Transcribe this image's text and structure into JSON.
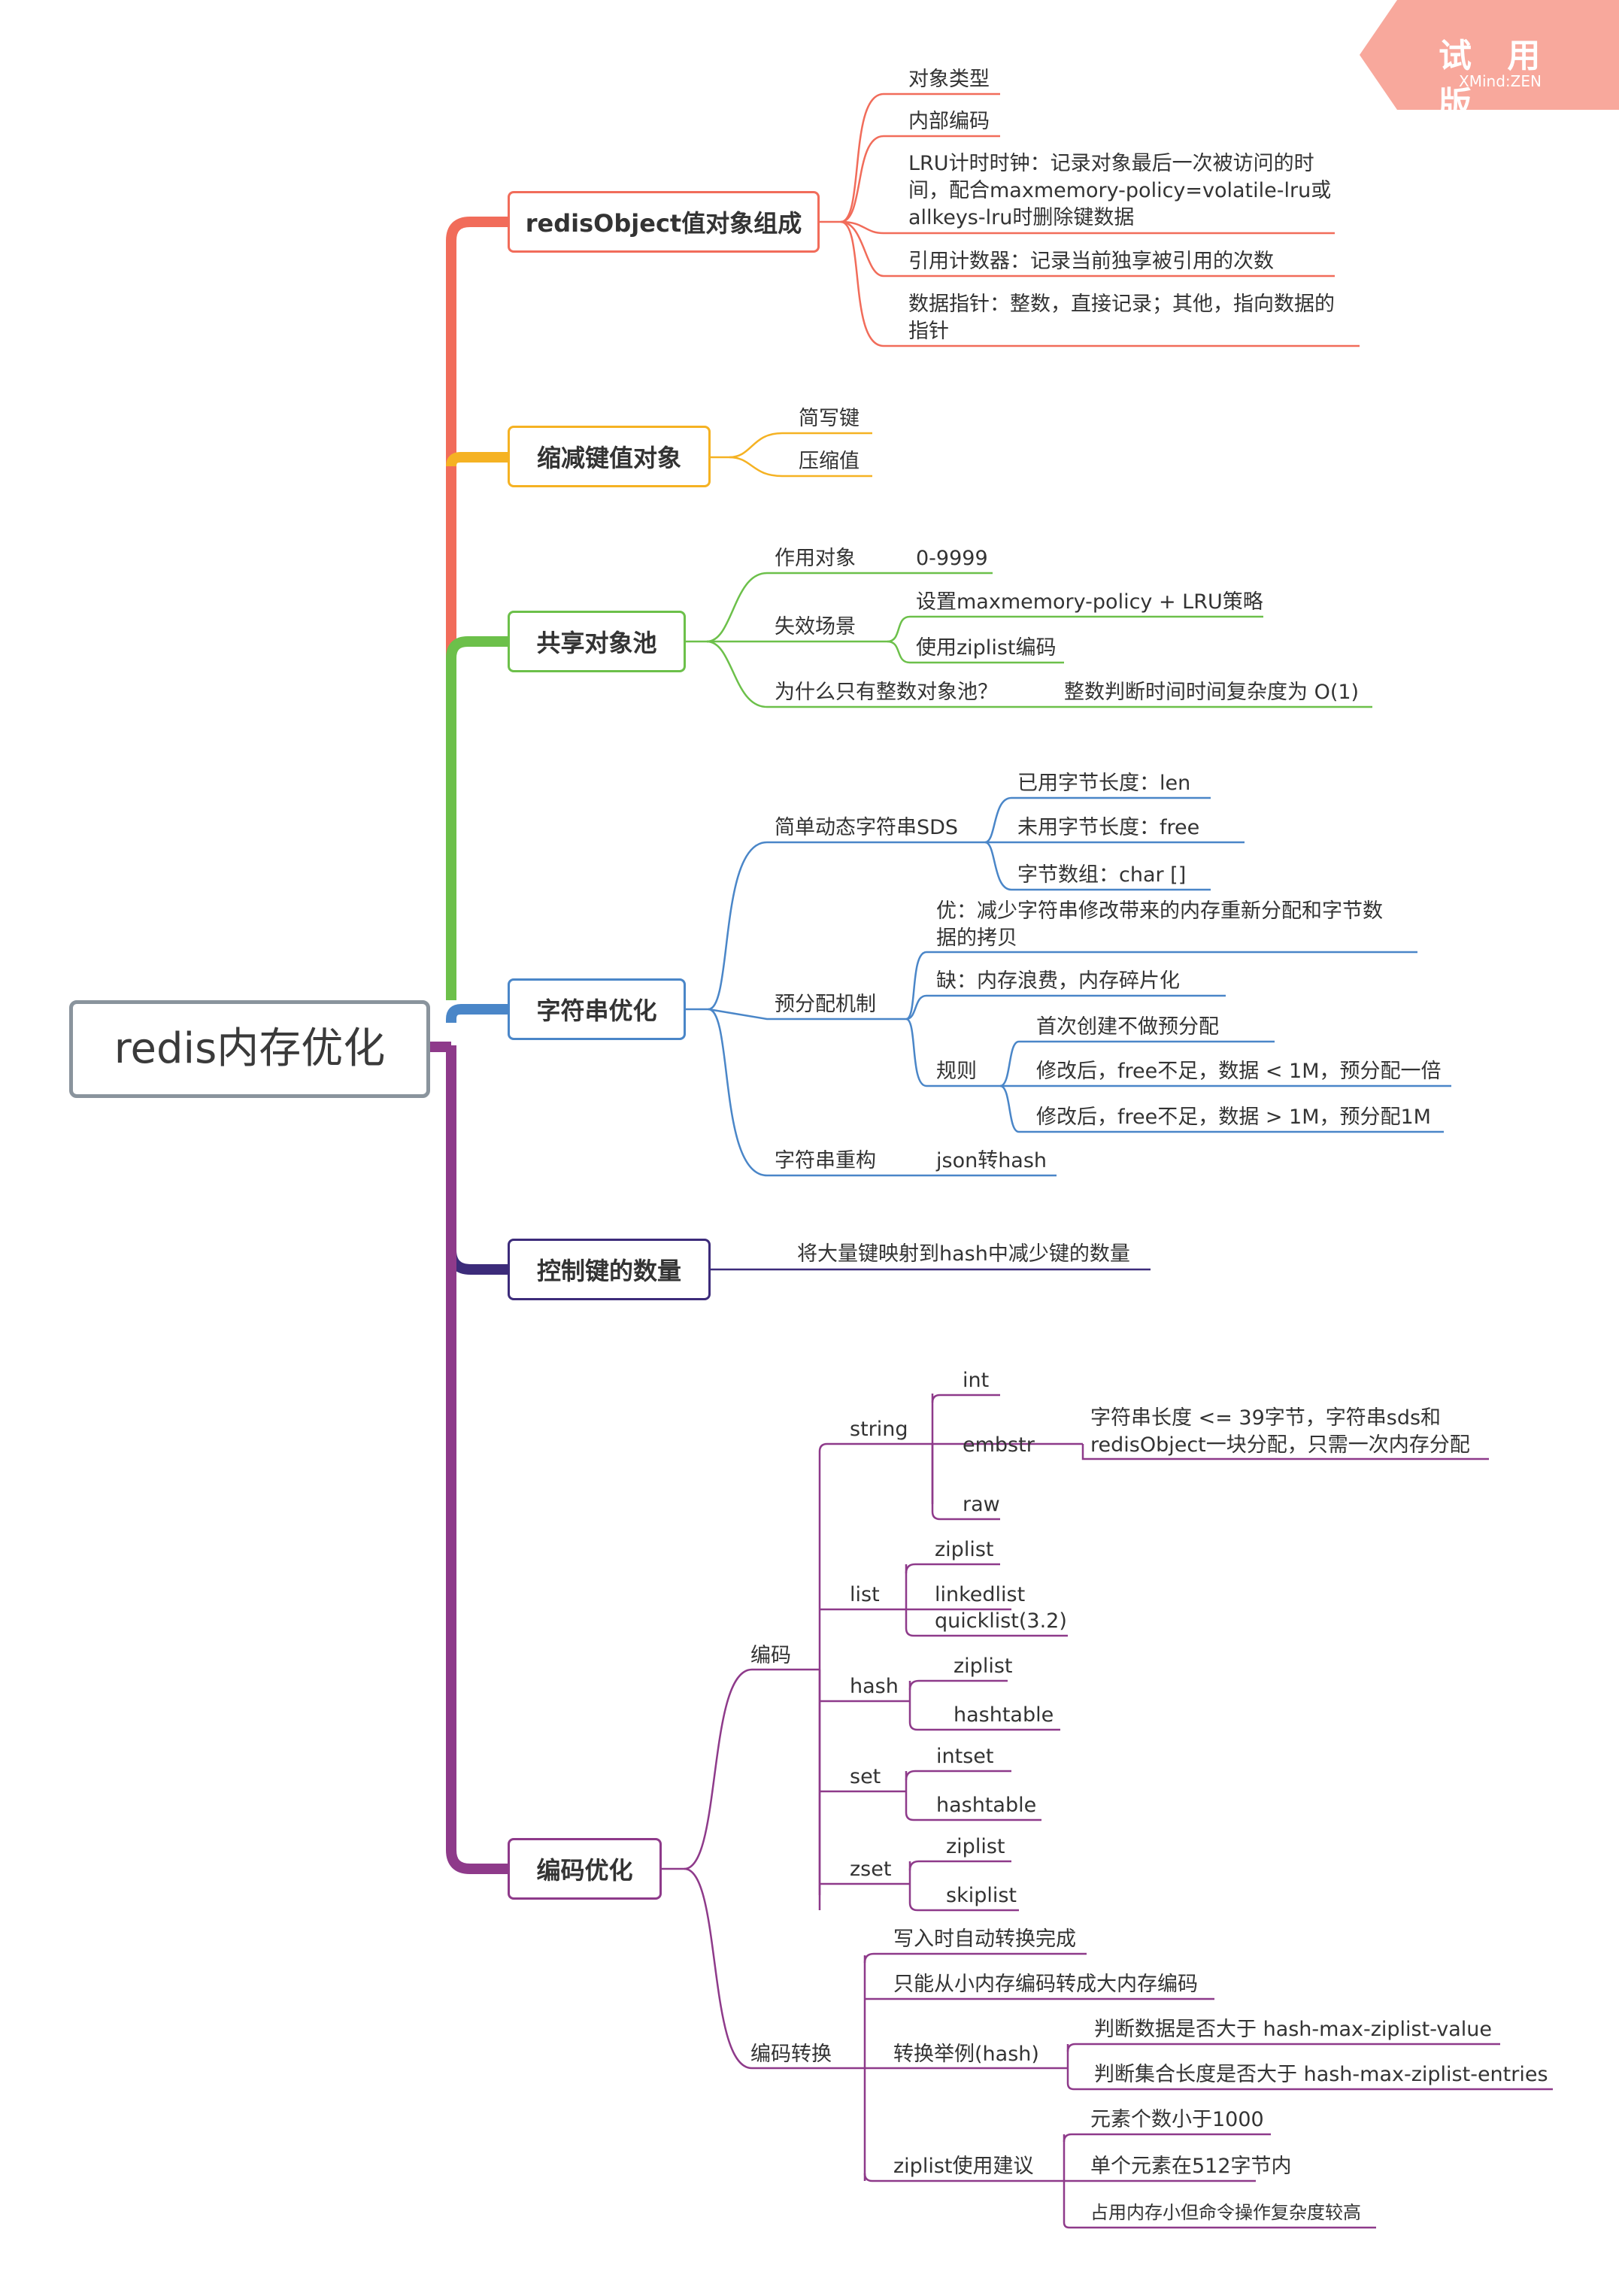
{
  "trial": {
    "title": "试 用 版",
    "subtitle": "XMind:ZEN"
  },
  "root": "redis内存优化",
  "branches": {
    "b1": {
      "title": "redisObject值对象组成",
      "color": "#f16c5a",
      "items": [
        "对象类型",
        "内部编码",
        [
          "LRU计时时钟：记录对象最后一次被访问的时",
          "间，配合maxmemory-policy=volatile-lru或",
          "allkeys-lru时删除键数据"
        ],
        "引用计数器：记录当前独享被引用的次数",
        [
          "数据指针：整数，直接记录；其他，指向数据的",
          "指针"
        ]
      ]
    },
    "b2": {
      "title": "缩减键值对象",
      "color": "#f5b223",
      "items": [
        "简写键",
        "压缩值"
      ]
    },
    "b3": {
      "title": "共享对象池",
      "color": "#6cc04a",
      "items": {
        "a": "作用对象",
        "a1": "0-9999",
        "b": "失效场景",
        "b1": "设置maxmemory-policy + LRU策略",
        "b2": "使用ziplist编码",
        "c": "为什么只有整数对象池？",
        "c1": "整数判断时间时间复杂度为 O(1)"
      }
    },
    "b4": {
      "title": "字符串优化",
      "color": "#4a86c8",
      "items": {
        "sds": "简单动态字符串SDS",
        "sds1": "已用字节长度：len",
        "sds2": "未用字节长度：free",
        "sds3": "字节数组：char []",
        "pre": "预分配机制",
        "pre1": [
          "优：减少字符串修改带来的内存重新分配和字节数",
          "据的拷贝"
        ],
        "pre2": "缺：内存浪费，内存碎片化",
        "rule": "规则",
        "rule1": "首次创建不做预分配",
        "rule2": "修改后，free不足，数据 < 1M，预分配一倍",
        "rule3": "修改后，free不足，数据 > 1M，预分配1M",
        "re": "字符串重构",
        "re1": "json转hash"
      }
    },
    "b5": {
      "title": "控制键的数量",
      "color": "#3c2b7a",
      "items": [
        "将大量键映射到hash中减少键的数量"
      ]
    },
    "b6": {
      "title": "编码优化",
      "color": "#8e3a8a",
      "items": {
        "enc": "编码",
        "string": "string",
        "int": "int",
        "embstr": "embstr",
        "embstr1": [
          "字符串长度 <= 39字节，字符串sds和",
          "redisObject一块分配，只需一次内存分配"
        ],
        "raw": "raw",
        "list": "list",
        "list1": "ziplist",
        "list2": "linkedlist",
        "list3": "quicklist(3.2)",
        "hash": "hash",
        "hash1": "ziplist",
        "hash2": "hashtable",
        "set": "set",
        "set1": "intset",
        "set2": "hashtable",
        "zset": "zset",
        "zset1": "ziplist",
        "zset2": "skiplist",
        "conv": "编码转换",
        "conv1": "写入时自动转换完成",
        "conv2": "只能从小内存编码转成大内存编码",
        "conv3": "转换举例(hash)",
        "conv3a": "判断数据是否大于 hash-max-ziplist-value",
        "conv3b": "判断集合长度是否大于 hash-max-ziplist-entries",
        "conv4": "ziplist使用建议",
        "conv4a": "元素个数小于1000",
        "conv4b": "单个元素在512字节内",
        "conv4c": "占用内存小但命令操作复杂度较高"
      }
    }
  }
}
